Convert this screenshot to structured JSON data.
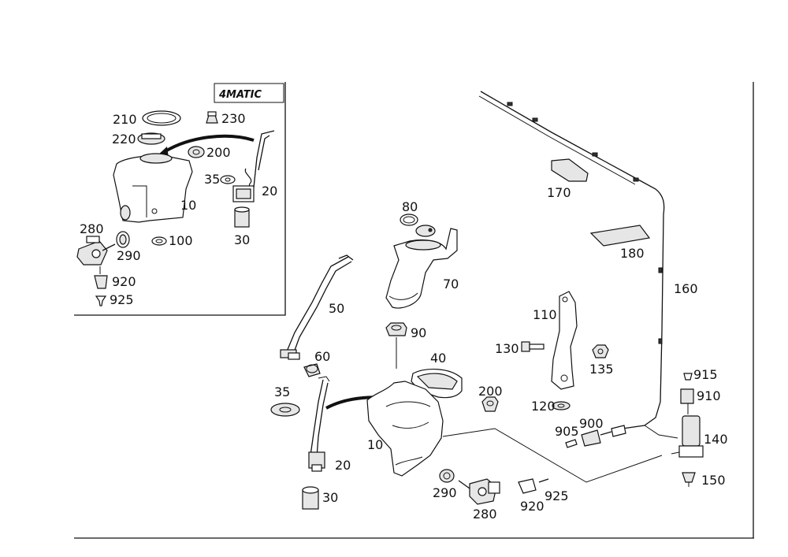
{
  "badge": {
    "text": "4MATIC"
  },
  "inset_labels": [
    {
      "id": "210",
      "text": "210"
    },
    {
      "id": "230",
      "text": "230"
    },
    {
      "id": "220",
      "text": "220"
    },
    {
      "id": "200",
      "text": "200"
    },
    {
      "id": "35",
      "text": "35"
    },
    {
      "id": "20",
      "text": "20"
    },
    {
      "id": "10",
      "text": "10"
    },
    {
      "id": "280",
      "text": "280"
    },
    {
      "id": "290",
      "text": "290"
    },
    {
      "id": "100",
      "text": "100"
    },
    {
      "id": "30",
      "text": "30"
    },
    {
      "id": "920",
      "text": "920"
    },
    {
      "id": "925",
      "text": "925"
    }
  ],
  "main_labels": [
    {
      "id": "80",
      "text": "80"
    },
    {
      "id": "70",
      "text": "70"
    },
    {
      "id": "50",
      "text": "50"
    },
    {
      "id": "90",
      "text": "90"
    },
    {
      "id": "60",
      "text": "60"
    },
    {
      "id": "40",
      "text": "40"
    },
    {
      "id": "35",
      "text": "35"
    },
    {
      "id": "200",
      "text": "200"
    },
    {
      "id": "10",
      "text": "10"
    },
    {
      "id": "20",
      "text": "20"
    },
    {
      "id": "30",
      "text": "30"
    },
    {
      "id": "290",
      "text": "290"
    },
    {
      "id": "280",
      "text": "280"
    },
    {
      "id": "920",
      "text": "920"
    },
    {
      "id": "925",
      "text": "925"
    },
    {
      "id": "170",
      "text": "170"
    },
    {
      "id": "180",
      "text": "180"
    },
    {
      "id": "160",
      "text": "160"
    },
    {
      "id": "110",
      "text": "110"
    },
    {
      "id": "130",
      "text": "130"
    },
    {
      "id": "135",
      "text": "135"
    },
    {
      "id": "120",
      "text": "120"
    },
    {
      "id": "900",
      "text": "900"
    },
    {
      "id": "905",
      "text": "905"
    },
    {
      "id": "915",
      "text": "915"
    },
    {
      "id": "910",
      "text": "910"
    },
    {
      "id": "140",
      "text": "140"
    },
    {
      "id": "150",
      "text": "150"
    }
  ]
}
